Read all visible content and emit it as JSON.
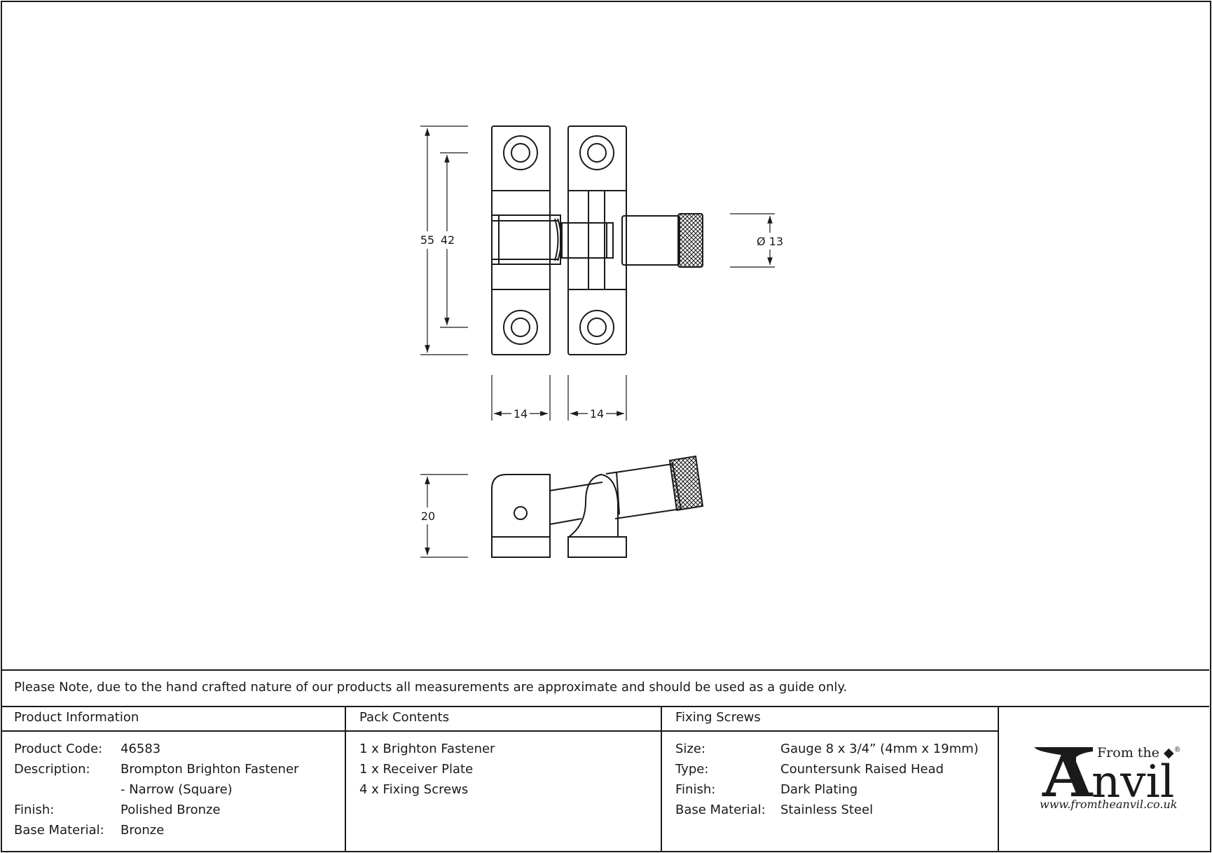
{
  "dimensions": {
    "overall_height": "55",
    "hole_spacing": "42",
    "knob_diameter": "Ø 13",
    "left_plate_width": "14",
    "right_plate_width": "14",
    "side_height": "20"
  },
  "note": "Please Note, due to the hand crafted nature of our products all measurements are approximate and should be used as a guide only.",
  "product_information": {
    "heading": "Product Information",
    "rows": [
      {
        "label": "Product Code:",
        "value": "46583"
      },
      {
        "label": "Description:",
        "value": "Brompton Brighton Fastener"
      },
      {
        "label": "",
        "value": "- Narrow (Square)"
      },
      {
        "label": "Finish:",
        "value": "Polished Bronze"
      },
      {
        "label": "Base Material:",
        "value": "Bronze"
      }
    ]
  },
  "pack_contents": {
    "heading": "Pack Contents",
    "items": [
      "1 x Brighton Fastener",
      "1 x Receiver Plate",
      "4 x Fixing Screws"
    ]
  },
  "fixing_screws": {
    "heading": "Fixing Screws",
    "rows": [
      {
        "label": "Size:",
        "value": "Gauge 8 x 3/4” (4mm x 19mm)"
      },
      {
        "label": "Type:",
        "value": "Countersunk Raised Head"
      },
      {
        "label": "Finish:",
        "value": "Dark Plating"
      },
      {
        "label": "Base Material:",
        "value": "Stainless Steel"
      }
    ]
  },
  "logo": {
    "from_the": "From the",
    "letter_a": "A",
    "letters_nvil": "nvil",
    "registered": "®",
    "url": "www.fromtheanvil.co.uk"
  },
  "colors": {
    "line": "#1a1a1a",
    "background": "#ffffff"
  }
}
